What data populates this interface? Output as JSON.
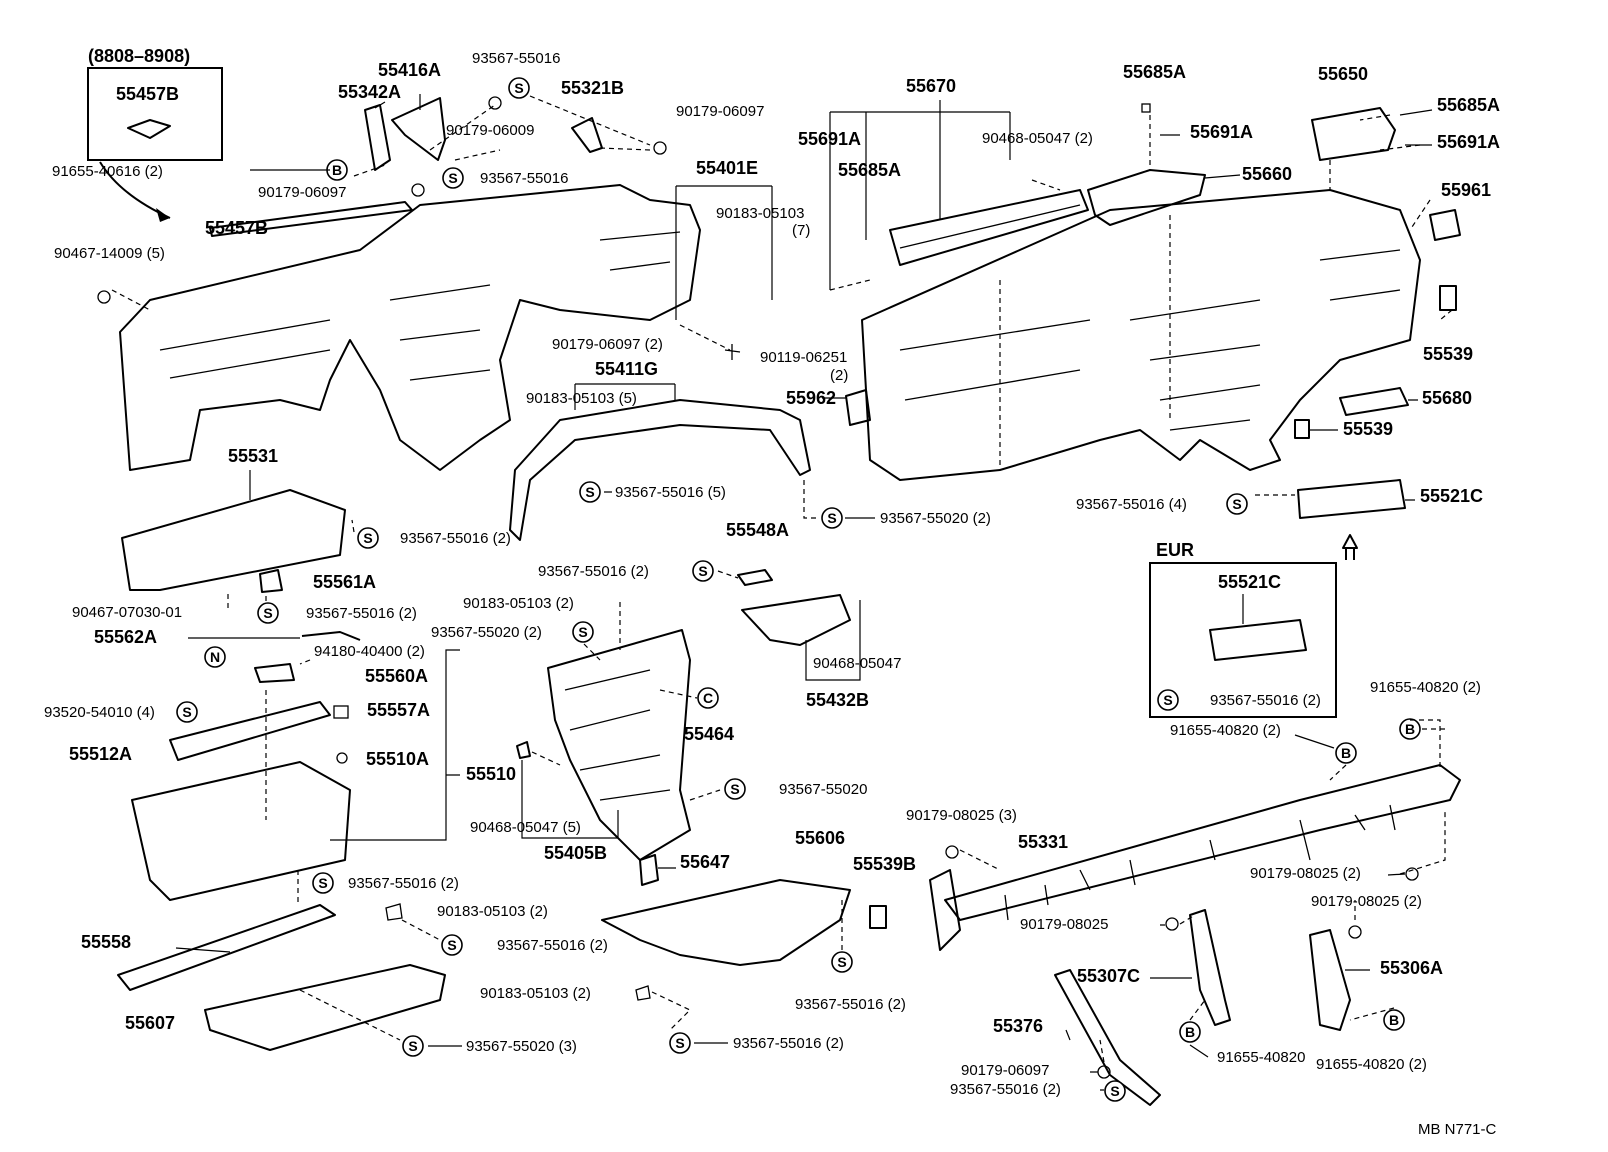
{
  "header": {
    "date_range": "(8808–8908)"
  },
  "region": {
    "eur": "EUR"
  },
  "footer": {
    "drawing_code": "MB  N771-C"
  },
  "symbols": {
    "screw": "S",
    "bolt": "B",
    "nut": "N",
    "clip": "C"
  },
  "parts": {
    "p55457b_box": "55457B",
    "p55457b": "55457B",
    "p55342a": "55342A",
    "p55416a": "55416A",
    "p9356755016_top": "93567-55016",
    "p55321b": "55321B",
    "p9017906097_a": "90179-06097",
    "p9017906009": "90179-06009",
    "p9165540616": "91655-40616 (2)",
    "p9017906097_b": "90179-06097",
    "p9356755016_b": "93567-55016",
    "p9046714009": "90467-14009 (5)",
    "p55401e": "55401E",
    "p9018305103_7a": "90183-05103",
    "p9018305103_7b": "(7)",
    "p9017906097_2": "90179-06097 (2)",
    "p9011906251_a": "90119-06251",
    "p9011906251_b": "(2)",
    "p55411g": "55411G",
    "p9018305103_5": "90183-05103 (5)",
    "p9356755016_5": "93567-55016 (5)",
    "p9356755020_2a": "93567-55020 (2)",
    "p55531": "55531",
    "p9356755016_2a": "93567-55016 (2)",
    "p55561a": "55561A",
    "p9046707030": "90467-07030-01",
    "p9356755016_2b": "93567-55016 (2)",
    "p55562a": "55562A",
    "p9418040400": "94180-40400 (2)",
    "p55560a": "55560A",
    "p9352054010": "93520-54010 (4)",
    "p55557a": "55557A",
    "p55512a": "55512A",
    "p55510a": "55510A",
    "p55510": "55510",
    "p9356755016_2c": "93567-55016 (2)",
    "p55548a": "55548A",
    "p9018305103_2a": "90183-05103 (2)",
    "p9356755020_2b": "93567-55020 (2)",
    "p9046805047_a": "90468-05047",
    "p55432b": "55432B",
    "p55464": "55464",
    "p9356755020_c": "93567-55020",
    "p9046805047_5": "90468-05047 (5)",
    "p55405b": "55405B",
    "p55670": "55670",
    "p55691a_l": "55691A",
    "p55685a_l": "55685A",
    "p9046805047_2": "90468-05047 (2)",
    "p55685a_t": "55685A",
    "p55691a_t": "55691A",
    "p55660": "55660",
    "p55650": "55650",
    "p55685a_r": "55685A",
    "p55691a_r": "55691A",
    "p55961": "55961",
    "p55539_a": "55539",
    "p55962": "55962",
    "p55680": "55680",
    "p55539_b": "55539",
    "p9356755016_4": "93567-55016 (4)",
    "p55521c": "55521C",
    "p55521c_eur": "55521C",
    "p9356755016_eur": "93567-55016 (2)",
    "p9165540820_a": "91655-40820 (2)",
    "p9165540820_b": "91655-40820 (2)",
    "p9017908025_3": "90179-08025 (3)",
    "p55331": "55331",
    "p9017908025_2a": "90179-08025 (2)",
    "p9017908025_2b": "90179-08025 (2)",
    "p9017908025": "90179-08025",
    "p55307c": "55307C",
    "p55306a": "55306A",
    "p55376": "55376",
    "p9165540820": "91655-40820",
    "p9165540820_c": "91655-40820 (2)",
    "p9017906097_c": "90179-06097",
    "p9356755016_2d": "93567-55016 (2)",
    "p55606": "55606",
    "p55647": "55647",
    "p55539b": "55539B",
    "p9356755016_2e": "93567-55016 (2)",
    "p9356755016_2f": "93567-55016 (2)",
    "p9018305103_2b": "90183-05103 (2)",
    "p55558": "55558",
    "p9356755016_2g": "93567-55016 (2)",
    "p9018305103_2c": "90183-05103 (2)",
    "p55607": "55607",
    "p9356755020_3": "93567-55020 (3)",
    "p9356755016_2h": "93567-55016 (2)"
  }
}
